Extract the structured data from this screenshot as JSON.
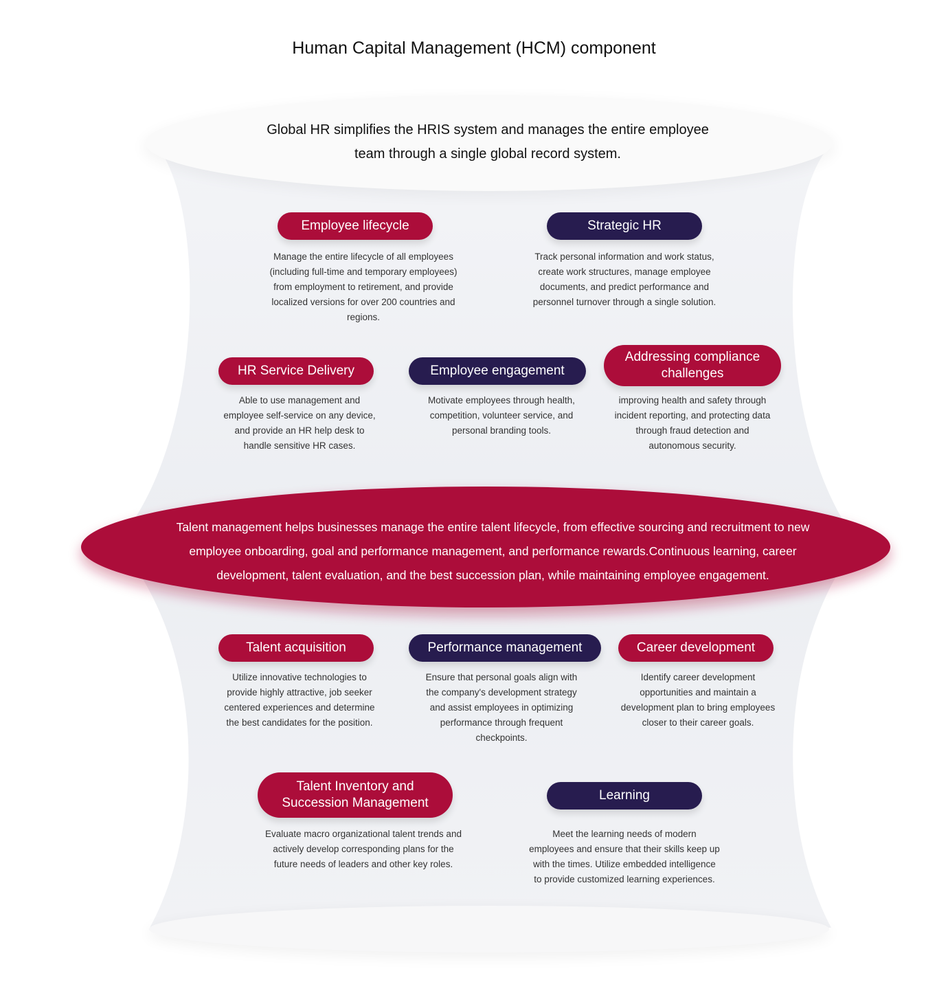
{
  "title": "Human Capital Management (HCM) component",
  "intro_text": "Global HR simplifies the HRIS system and manages the entire employee team through a single global record system.",
  "talent_text": "Talent management helps businesses manage the entire talent lifecycle, from effective sourcing and recruitment to new employee onboarding, goal and performance management, and performance rewards.Continuous learning, career development, talent evaluation, and the best succession plan, while maintaining employee engagement.",
  "colors": {
    "red": "#ac0d3a",
    "navy": "#271c4f",
    "body_bg": "#eef0f4"
  },
  "components": {
    "employee_lifecycle": {
      "label": "Employee lifecycle",
      "desc": "Manage the entire lifecycle of all employees (including full-time and temporary employees) from employment to retirement, and provide localized versions for over 200 countries and regions."
    },
    "strategic_hr": {
      "label": "Strategic HR",
      "desc": "Track personal information and work status, create work structures, manage employee documents, and predict performance and personnel turnover through a single solution."
    },
    "hr_service_delivery": {
      "label": "HR Service Delivery",
      "desc": "Able to use management and employee self-service on any device, and provide an HR help desk to handle sensitive HR cases."
    },
    "employee_engagement": {
      "label": "Employee engagement",
      "desc": "Motivate employees through health, competition, volunteer service, and personal branding tools."
    },
    "compliance": {
      "label": "Addressing compliance challenges",
      "desc": "improving health and safety through incident reporting, and protecting data through fraud detection and autonomous security."
    },
    "talent_acquisition": {
      "label": "Talent acquisition",
      "desc": "Utilize innovative technologies to provide highly attractive, job seeker centered experiences and determine the best candidates for the position."
    },
    "performance_management": {
      "label": "Performance management",
      "desc": "Ensure that personal goals align with the company's development strategy and assist employees in optimizing performance through frequent checkpoints."
    },
    "career_development": {
      "label": "Career development",
      "desc": "Identify career development opportunities and maintain a development plan to bring employees closer to their career goals."
    },
    "talent_inventory": {
      "label": "Talent Inventory and Succession Management",
      "desc": "Evaluate macro organizational talent trends and actively develop corresponding plans for the future needs of leaders and other key roles."
    },
    "learning": {
      "label": "Learning",
      "desc": "Meet the learning needs of modern employees and ensure that their skills keep up with the times. Utilize embedded intelligence to provide customized learning experiences."
    }
  }
}
